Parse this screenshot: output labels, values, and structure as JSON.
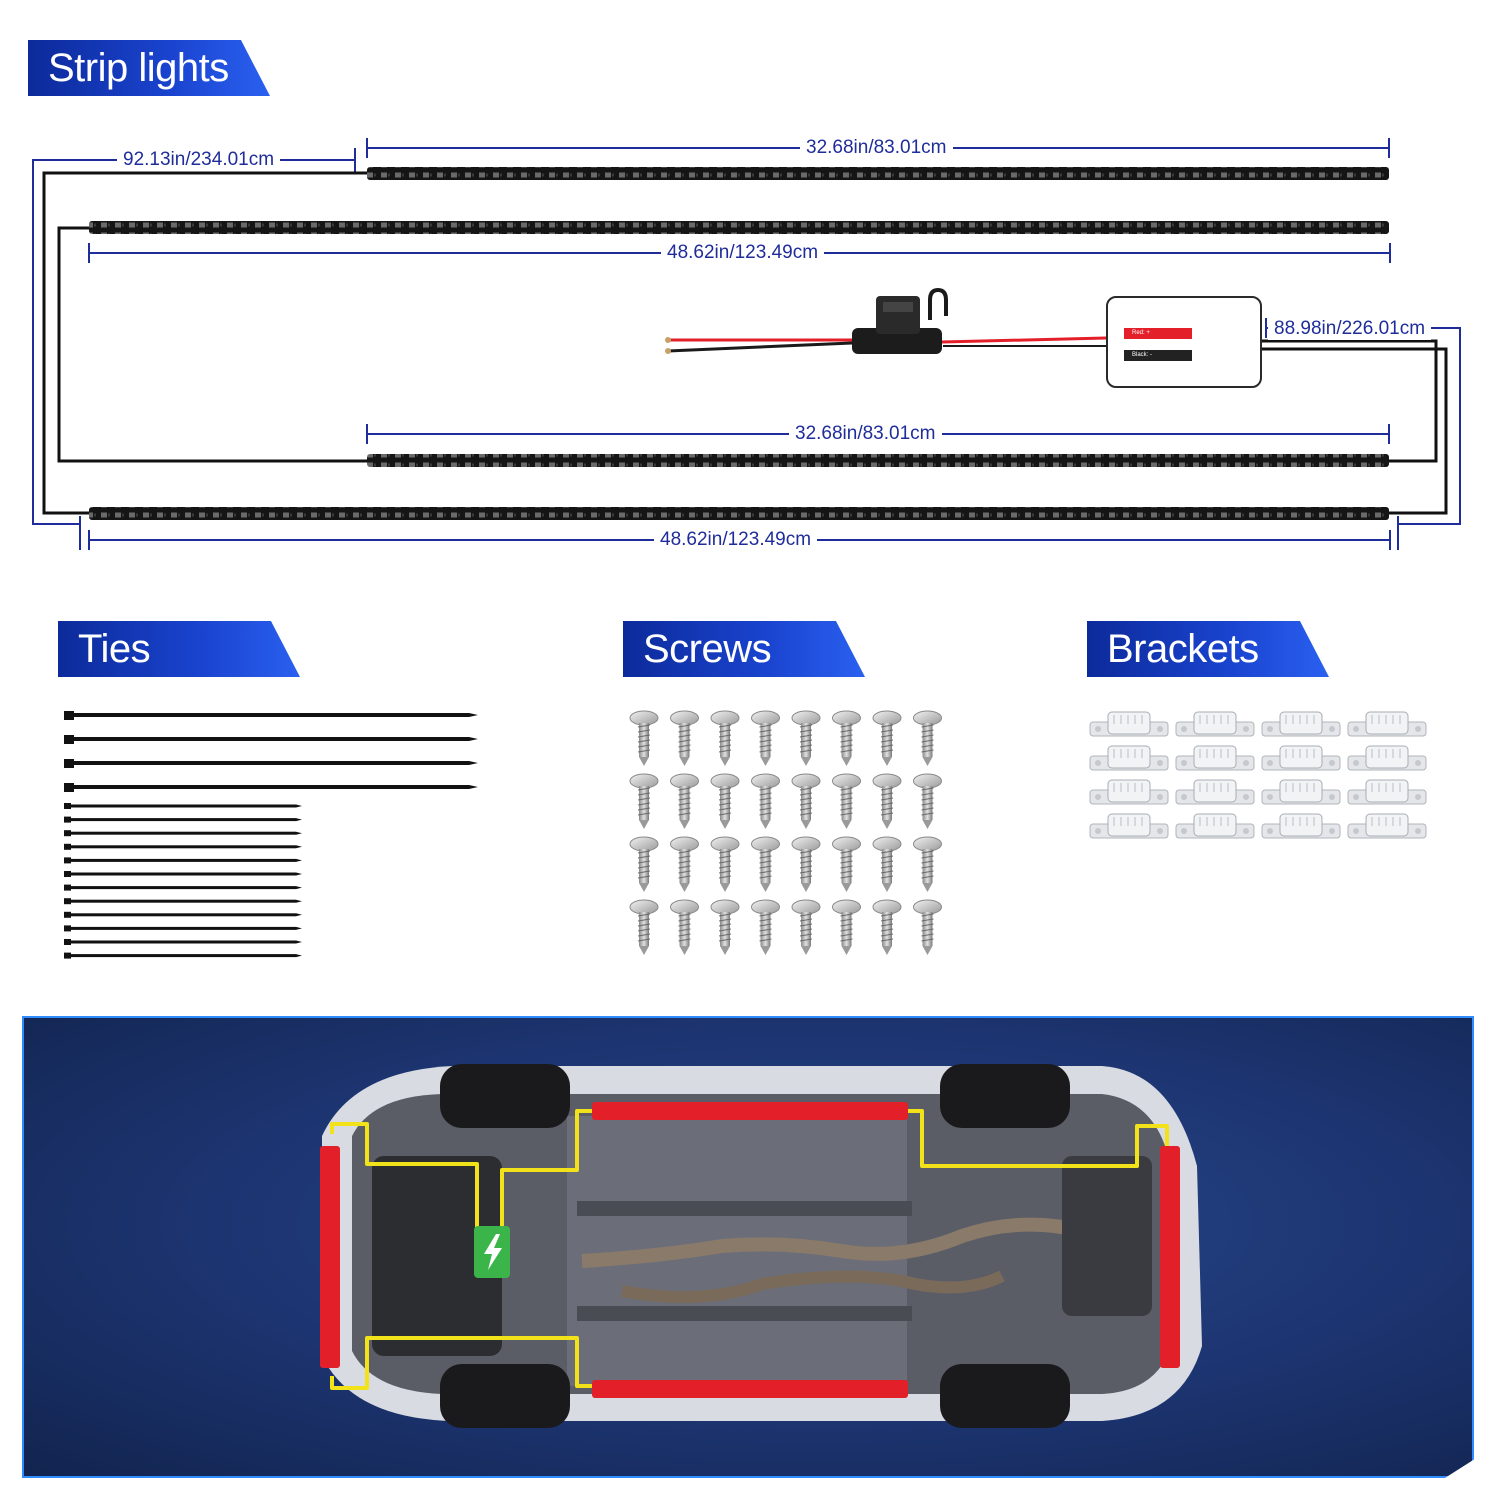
{
  "sections": {
    "strip_lights": "Strip lights",
    "ties": "Ties",
    "screws": "Screws",
    "brackets": "Brackets"
  },
  "dimensions": {
    "total_left": "92.13in/234.01cm",
    "strip1": "32.68in/83.01cm",
    "strip2": "48.62in/123.49cm",
    "total_right": "88.98in/226.01cm",
    "strip3": "32.68in/83.01cm",
    "strip4": "48.62in/123.49cm"
  },
  "controller": {
    "red_label": "Red: +",
    "black_label": "Black: -"
  },
  "colors": {
    "dimension_line": "#1f2d9a",
    "banner": "#1a44d0",
    "strip": "#111111",
    "red_wire": "#e3202a",
    "install_light": "#e3202a",
    "install_wire": "#f2e21a",
    "power_icon": "#3bb54a"
  },
  "counts": {
    "long_ties": 4,
    "short_ties": 12,
    "screws": 32,
    "brackets": 16
  },
  "icons": {
    "power": "lightning-bolt-icon"
  }
}
